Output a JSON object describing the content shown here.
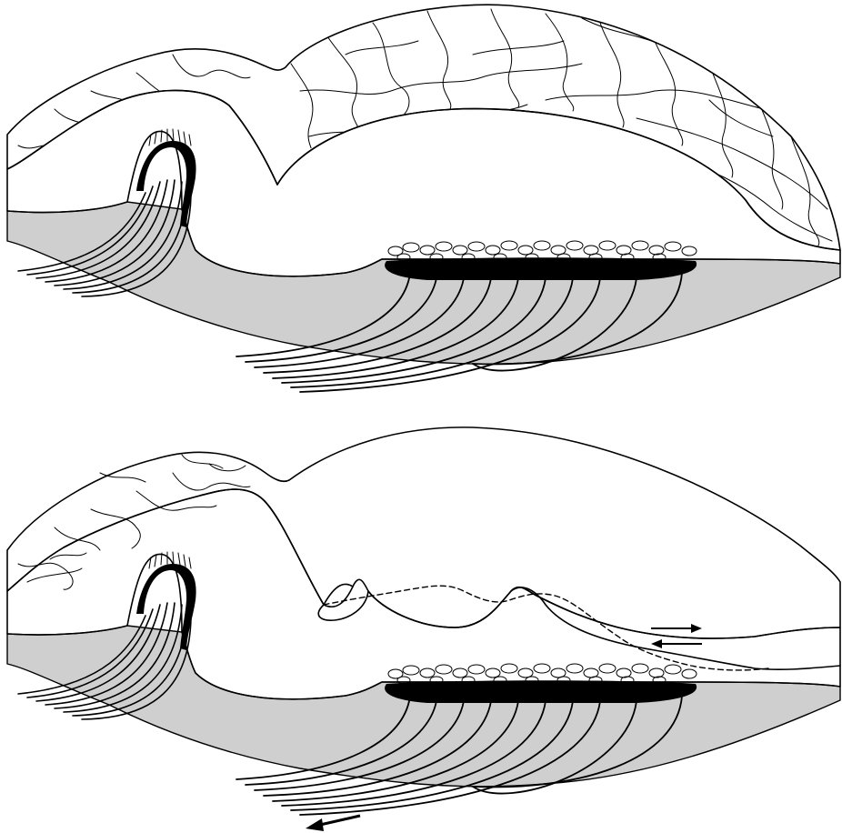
{
  "figure": {
    "colors": {
      "background": "#ffffff",
      "ink": "#000000",
      "tectorial_fill": "#cfcfcf",
      "hair_fill": "#e6e6e6"
    },
    "panels": [
      {
        "id": "top",
        "state": "resting"
      },
      {
        "id": "bottom",
        "state": "deflected",
        "shear_arrows": [
          "right-arrow-icon",
          "left-arrow-icon"
        ],
        "motion_arrow": "down-left-arrow-icon"
      }
    ]
  }
}
